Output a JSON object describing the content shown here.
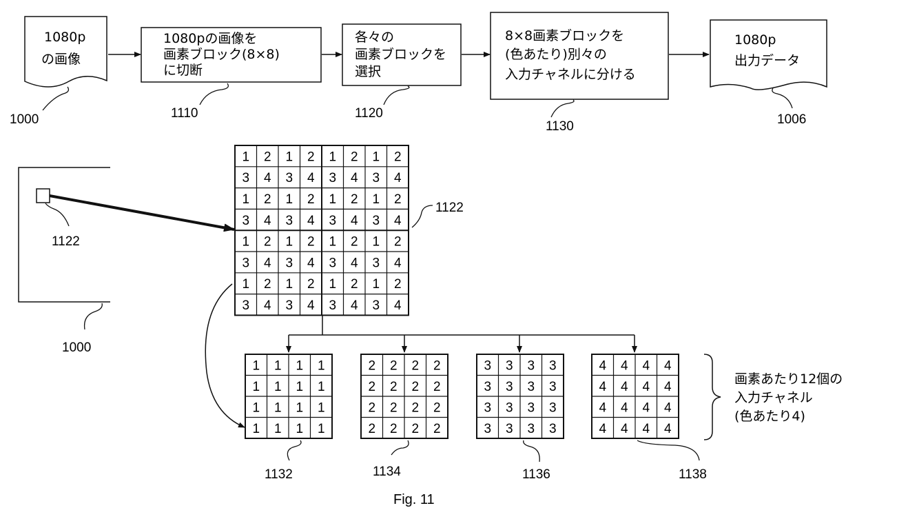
{
  "flow": {
    "input_doc": {
      "lines": [
        "1080p",
        "の画像"
      ],
      "ref": "1000"
    },
    "step_1110": {
      "lines": [
        "1080pの画像を",
        "画素ブロック(8×8)",
        "に切断"
      ],
      "ref": "1110"
    },
    "step_1120": {
      "lines": [
        "各々の",
        "画素ブロックを",
        "選択"
      ],
      "ref": "1120"
    },
    "step_1130": {
      "lines": [
        "8×8画素ブロックを",
        "(色あたり)別々の",
        "入力チャネルに分ける"
      ],
      "ref": "1130"
    },
    "output_doc": {
      "lines": [
        "1080p",
        "出力データ"
      ],
      "ref": "1006"
    }
  },
  "image_frame": {
    "block_ref": "1122",
    "frame_ref": "1000"
  },
  "block_8x8": {
    "ref": "1122",
    "rows": [
      [
        "1",
        "2",
        "1",
        "2",
        "1",
        "2",
        "1",
        "2"
      ],
      [
        "3",
        "4",
        "3",
        "4",
        "3",
        "4",
        "3",
        "4"
      ],
      [
        "1",
        "2",
        "1",
        "2",
        "1",
        "2",
        "1",
        "2"
      ],
      [
        "3",
        "4",
        "3",
        "4",
        "3",
        "4",
        "3",
        "4"
      ],
      [
        "1",
        "2",
        "1",
        "2",
        "1",
        "2",
        "1",
        "2"
      ],
      [
        "3",
        "4",
        "3",
        "4",
        "3",
        "4",
        "3",
        "4"
      ],
      [
        "1",
        "2",
        "1",
        "2",
        "1",
        "2",
        "1",
        "2"
      ],
      [
        "3",
        "4",
        "3",
        "4",
        "3",
        "4",
        "3",
        "4"
      ]
    ]
  },
  "channels": [
    {
      "ref": "1132",
      "value": "1"
    },
    {
      "ref": "1134",
      "value": "2"
    },
    {
      "ref": "1136",
      "value": "3"
    },
    {
      "ref": "1138",
      "value": "4"
    }
  ],
  "brace_note": {
    "lines": [
      "画素あたり12個の",
      "入力チャネル",
      "(色あたり4)"
    ]
  },
  "caption": "Fig. 11"
}
